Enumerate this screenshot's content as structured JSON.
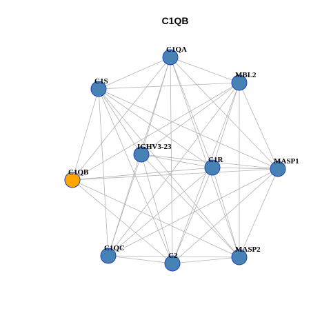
{
  "title": "C1QB",
  "colors": {
    "node_default": "#4682b4",
    "node_focus": "#ffa500",
    "node_border": "#1e3fbf",
    "edge": "#b3b3b3"
  },
  "nodes": [
    {
      "id": "C1QA",
      "label": "C1QA",
      "focus": false
    },
    {
      "id": "MBL2",
      "label": "MBL2",
      "focus": false
    },
    {
      "id": "C1S",
      "label": "C1S",
      "focus": false
    },
    {
      "id": "IGHV3-23",
      "label": "IGHV3-23",
      "focus": false
    },
    {
      "id": "C1R",
      "label": "C1R",
      "focus": false
    },
    {
      "id": "MASP1",
      "label": "MASP1",
      "focus": false
    },
    {
      "id": "C1QB",
      "label": "C1QB",
      "focus": true
    },
    {
      "id": "C1QC",
      "label": "C1QC",
      "focus": false
    },
    {
      "id": "C2",
      "label": "C2",
      "focus": false
    },
    {
      "id": "MASP2",
      "label": "MASP2",
      "focus": false
    }
  ],
  "edges": [
    [
      "C1QA",
      "MBL2"
    ],
    [
      "C1QA",
      "C1S"
    ],
    [
      "C1QA",
      "IGHV3-23"
    ],
    [
      "C1QA",
      "C1R"
    ],
    [
      "C1QA",
      "MASP1"
    ],
    [
      "C1QA",
      "C1QB"
    ],
    [
      "C1QA",
      "C1QC"
    ],
    [
      "C1QA",
      "C2"
    ],
    [
      "C1QA",
      "MASP2"
    ],
    [
      "MBL2",
      "C1S"
    ],
    [
      "MBL2",
      "IGHV3-23"
    ],
    [
      "MBL2",
      "C1R"
    ],
    [
      "MBL2",
      "MASP1"
    ],
    [
      "MBL2",
      "C1QB"
    ],
    [
      "MBL2",
      "C1QC"
    ],
    [
      "MBL2",
      "C2"
    ],
    [
      "MBL2",
      "MASP2"
    ],
    [
      "C1S",
      "IGHV3-23"
    ],
    [
      "C1S",
      "C1R"
    ],
    [
      "C1S",
      "MASP1"
    ],
    [
      "C1S",
      "C1QB"
    ],
    [
      "C1S",
      "C1QC"
    ],
    [
      "C1S",
      "C2"
    ],
    [
      "C1S",
      "MASP2"
    ],
    [
      "IGHV3-23",
      "C1R"
    ],
    [
      "IGHV3-23",
      "MASP1"
    ],
    [
      "IGHV3-23",
      "C1QC"
    ],
    [
      "IGHV3-23",
      "C2"
    ],
    [
      "IGHV3-23",
      "MASP2"
    ],
    [
      "C1R",
      "MASP1"
    ],
    [
      "C1R",
      "C1QB"
    ],
    [
      "C1R",
      "C1QC"
    ],
    [
      "C1R",
      "C2"
    ],
    [
      "C1R",
      "MASP2"
    ],
    [
      "MASP1",
      "C1QB"
    ],
    [
      "MASP1",
      "C1QC"
    ],
    [
      "MASP1",
      "C2"
    ],
    [
      "MASP1",
      "MASP2"
    ],
    [
      "C1QB",
      "C2"
    ],
    [
      "C1QB",
      "MASP2"
    ],
    [
      "C1QC",
      "C2"
    ],
    [
      "C1QC",
      "MASP2"
    ],
    [
      "C2",
      "MASP2"
    ]
  ]
}
